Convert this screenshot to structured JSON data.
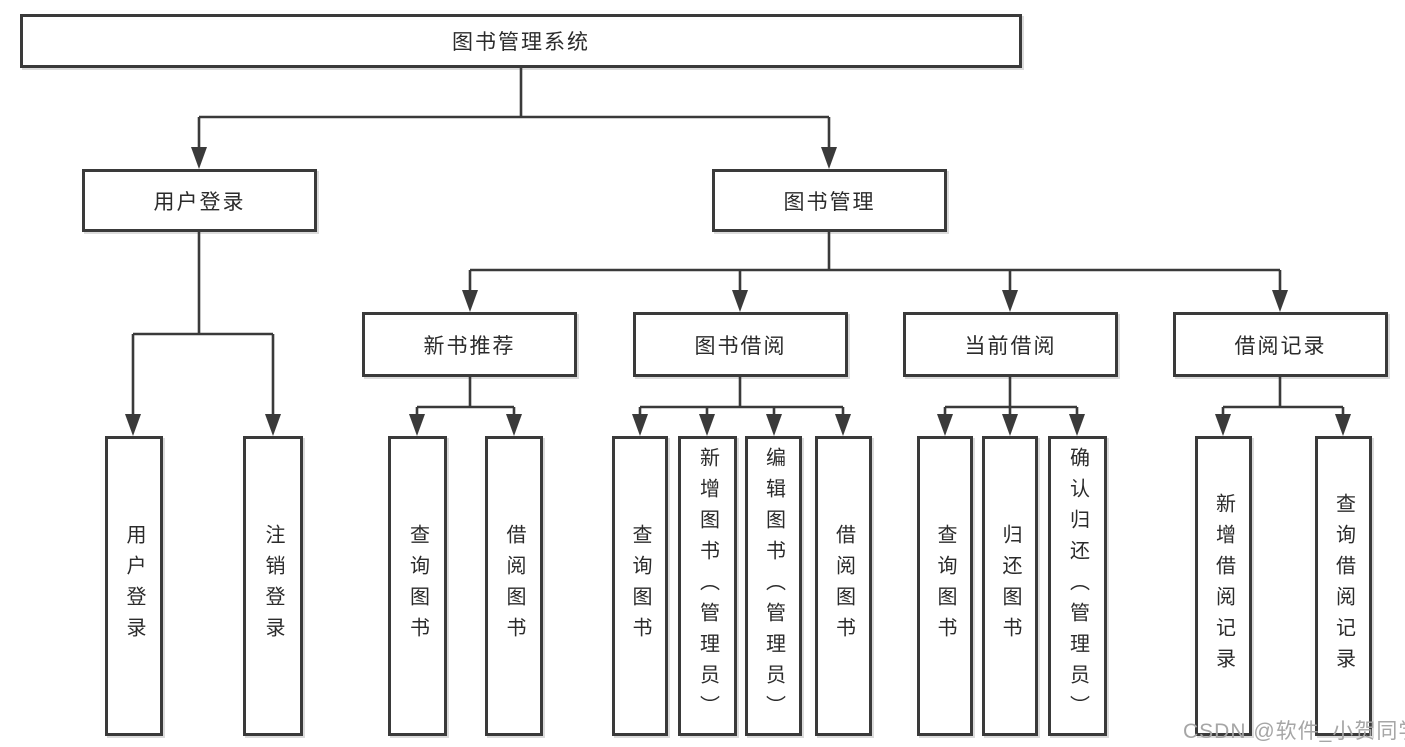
{
  "diagram": {
    "type": "hierarchy-structure-chart",
    "root": {
      "label": "图书管理系统",
      "children": [
        {
          "label": "用户登录",
          "children": [
            {
              "label": "用户登录"
            },
            {
              "label": "注销登录"
            }
          ]
        },
        {
          "label": "图书管理",
          "children": [
            {
              "label": "新书推荐",
              "children": [
                {
                  "label": "查询图书"
                },
                {
                  "label": "借阅图书"
                }
              ]
            },
            {
              "label": "图书借阅",
              "children": [
                {
                  "label": "查询图书"
                },
                {
                  "label": "新增图书（管理员）"
                },
                {
                  "label": "编辑图书（管理员）"
                },
                {
                  "label": "借阅图书"
                }
              ]
            },
            {
              "label": "当前借阅",
              "children": [
                {
                  "label": "查询图书"
                },
                {
                  "label": "归还图书"
                },
                {
                  "label": "确认归还（管理员）"
                }
              ]
            },
            {
              "label": "借阅记录",
              "children": [
                {
                  "label": "新增借阅记录"
                },
                {
                  "label": "查询借阅记录"
                }
              ]
            }
          ]
        }
      ]
    }
  },
  "watermark": {
    "text": "CSDN @软件_小贺同学"
  },
  "colors": {
    "line": "#3a3a3a",
    "text": "#2b2b2b",
    "watermark": "#a6a6a6",
    "background": "#ffffff"
  }
}
